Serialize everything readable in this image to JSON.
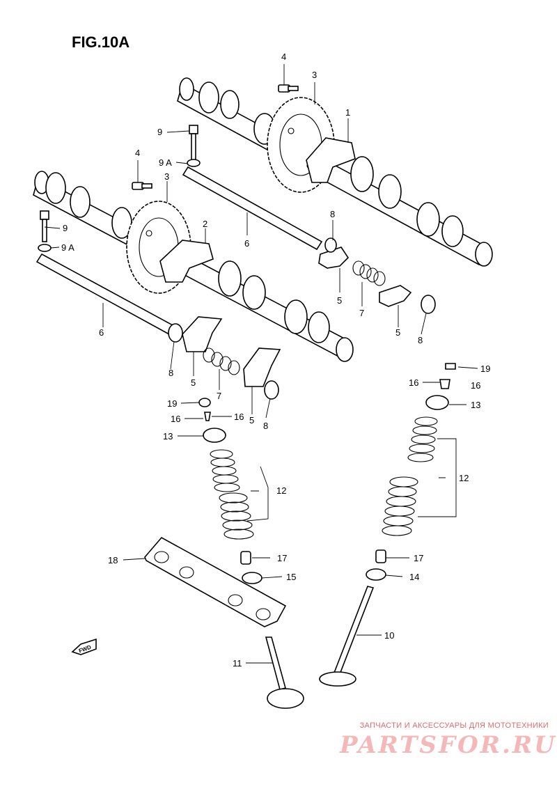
{
  "figure": {
    "title": "FIG.10A"
  },
  "fwd_label": "FWD",
  "callouts": {
    "c1": "1",
    "c2": "2",
    "c3a": "3",
    "c3b": "3",
    "c4a": "4",
    "c4b": "4",
    "c5a": "5",
    "c5b": "5",
    "c5c": "5",
    "c5d": "5",
    "c6a": "6",
    "c6b": "6",
    "c7a": "7",
    "c7b": "7",
    "c8a": "8",
    "c8b": "8",
    "c8c": "8",
    "c8d": "8",
    "c9a": "9",
    "c9b": "9",
    "c9Aa": "9 A",
    "c9Ab": "9 A",
    "c10": "10",
    "c11": "11",
    "c12a": "12",
    "c12b": "12",
    "c13a": "13",
    "c13b": "13",
    "c14": "14",
    "c15": "15",
    "c16a": "16",
    "c16b": "16",
    "c16c": "16",
    "c16d": "16",
    "c17a": "17",
    "c17b": "17",
    "c18": "18",
    "c19a": "19",
    "c19b": "19"
  },
  "watermark": {
    "top_text": "ЗАПЧАСТИ И АКСЕССУАРЫ ДЛЯ МОТОТЕХНИКИ",
    "logo_text": "PARTSFOR.RU",
    "color": "#e26a6a"
  }
}
